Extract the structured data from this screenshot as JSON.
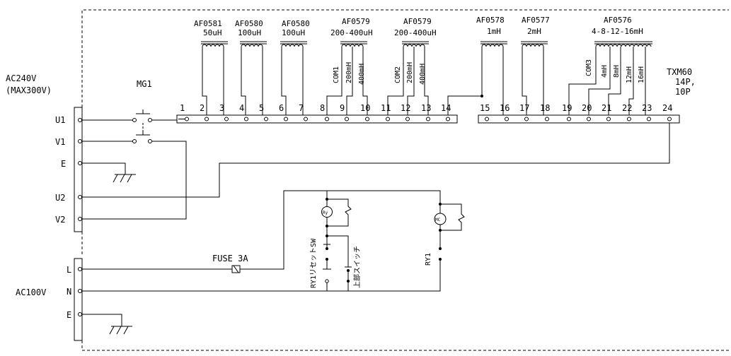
{
  "supply_high": {
    "line1": "AC240V",
    "line2": "(MAX300V)",
    "terminals": [
      "U1",
      "V1",
      "E",
      "U2",
      "V2"
    ]
  },
  "supply_low": {
    "label": "AC100V",
    "terminals": [
      "L",
      "N",
      "E"
    ]
  },
  "contactor": "MG1",
  "fuse": "FUSE 3A",
  "tap_board": {
    "name": "TXM60",
    "line2": "14P,",
    "line3": "10P"
  },
  "terminal_numbers": [
    "1",
    "2",
    "3",
    "4",
    "5",
    "6",
    "7",
    "8",
    "9",
    "10",
    "11",
    "12",
    "13",
    "14",
    "15",
    "16",
    "17",
    "18",
    "19",
    "20",
    "21",
    "22",
    "23",
    "24"
  ],
  "coils": [
    {
      "part": "AF0581",
      "value": "50uH"
    },
    {
      "part": "AF0580",
      "value": "100uH"
    },
    {
      "part": "AF0580",
      "value": "100uH"
    },
    {
      "part": "AF0579",
      "value": "200-400uH"
    },
    {
      "part": "AF0579",
      "value": "200-400uH"
    },
    {
      "part": "AF0578",
      "value": "1mH"
    },
    {
      "part": "AF0577",
      "value": "2mH"
    },
    {
      "part": "AF0576",
      "value": "4-8-12-16mH"
    }
  ],
  "tap_labels": {
    "com1": "COM1",
    "t200a": "200mH",
    "t400a": "400mH",
    "com2": "COM2",
    "t200b": "200mH",
    "t400b": "400mH",
    "com3": "COM3",
    "t4": "4mH",
    "t8": "8mH",
    "t12": "12mH",
    "t16": "16mH"
  },
  "control": {
    "ry_coil": "Ry",
    "mc_coil": "MC",
    "ry_switch": "RY1リセットSW",
    "upper_switch": "上部スイッチ",
    "ry_contact": "RY1"
  }
}
